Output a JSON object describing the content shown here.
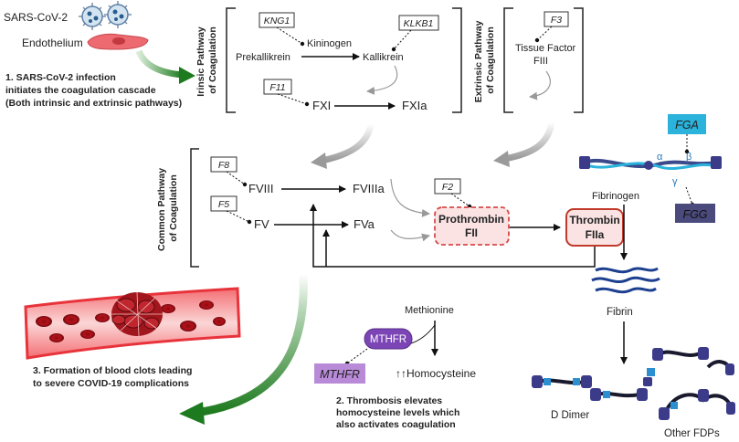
{
  "virus": {
    "name": "SARS-CoV-2",
    "tissue": "Endothelium"
  },
  "pathways": {
    "intrinsic": {
      "line1": "Irinsic Pathway",
      "line2": "of Coagulation"
    },
    "extrinsic": {
      "line1": "Extrinsic Pathway",
      "line2": "of Coagulation"
    },
    "common": {
      "line1": "Common Pathway",
      "line2": "of Coagulation"
    }
  },
  "genes": {
    "kng1": "KNG1",
    "klkb1": "KLKB1",
    "f3": "F3",
    "f11": "F11",
    "f8": "F8",
    "f5": "F5",
    "f2": "F2",
    "fga": "FGA",
    "fgg": "FGG",
    "mthfr": "MTHFR"
  },
  "factors": {
    "kininogen": "Kininogen",
    "prekallikrein": "Prekallikrein",
    "kallikrein": "Kallikrein",
    "tissue_factor": "Tissue Factor",
    "fiii": "FIII",
    "fxi": "FXI",
    "fxia": "FXIa",
    "fviii": "FVIII",
    "fviiia": "FVIIIa",
    "fv": "FV",
    "fva": "FVa",
    "prothrombin": "Prothrombin",
    "fii": "FII",
    "thrombin": "Thrombin",
    "fiia": "FIIa",
    "fibrinogen": "Fibrinogen",
    "fibrin": "Fibrin",
    "d_dimer": "D Dimer",
    "other_fdps": "Other FDPs",
    "alpha": "α",
    "beta": "β",
    "gamma": "γ"
  },
  "metabolism": {
    "methionine": "Methionine",
    "enzyme": "MTHFR",
    "homocysteine": "↑↑Homocysteine"
  },
  "steps": {
    "s1": [
      "1. SARS-CoV-2 infection",
      "initiates the coagulation cascade",
      "(Both intrinsic and extrinsic pathways)"
    ],
    "s2": [
      "2. Thrombosis elevates",
      "homocysteine levels which",
      "also activates coagulation"
    ],
    "s3": [
      "3. Formation of blood clots leading",
      "to severe COVID-19 complications"
    ]
  },
  "colors": {
    "green_arrow": "#1e7a1e",
    "prothrombin_fill": "#fbe3e3",
    "prothrombin_border": "#d84a4a",
    "thrombin_border": "#c0392b",
    "fga_fill": "#2bb3dc",
    "fgg_fill": "#4b4a7c",
    "mthfr_fill": "#7b45b5",
    "mthfr_gene_fill": "#b98ad8",
    "vessel": "#e8333b",
    "fibrin": "#1c3f8f"
  }
}
